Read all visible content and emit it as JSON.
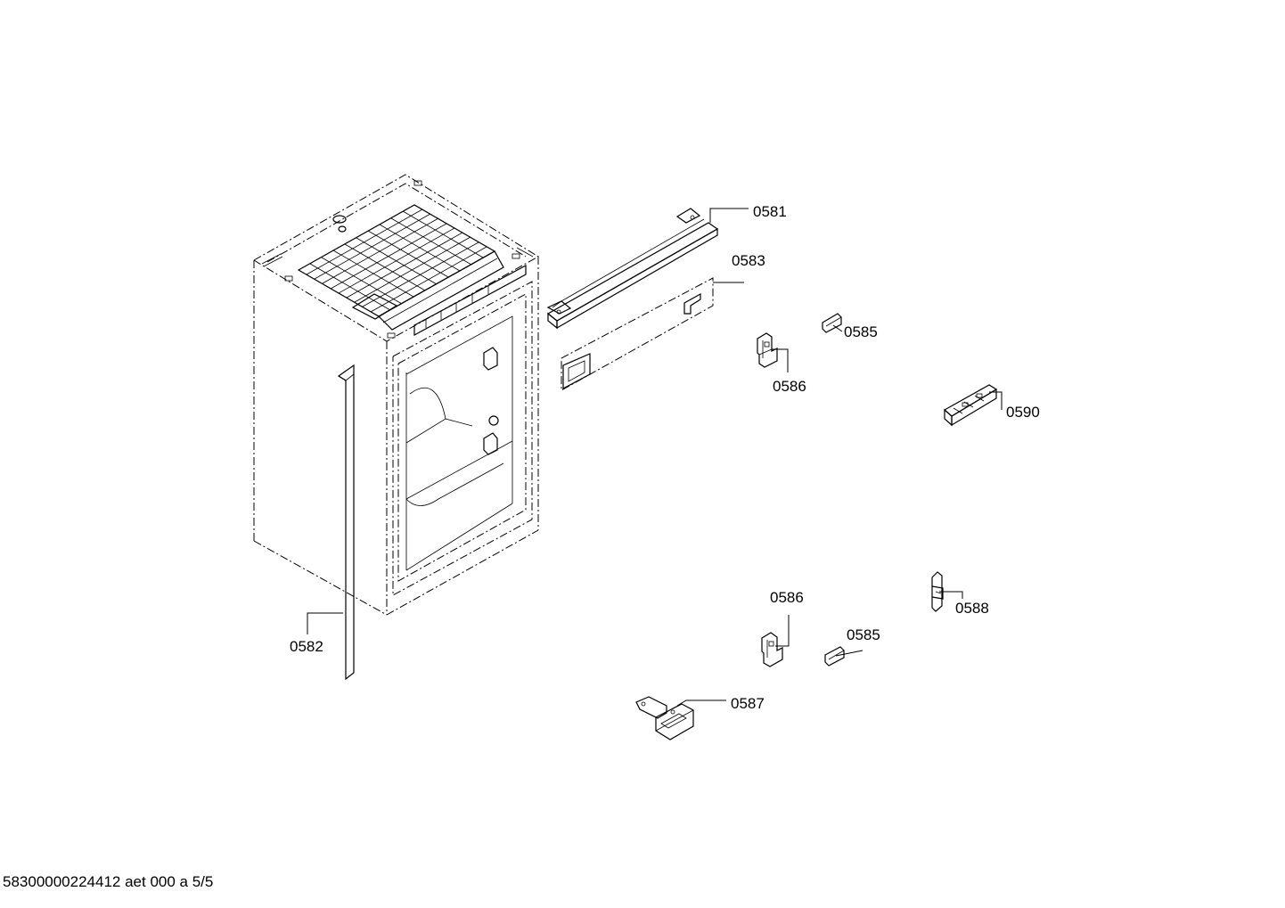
{
  "callouts": {
    "c0581": "0581",
    "c0582": "0582",
    "c0583": "0583",
    "c0585a": "0585",
    "c0585b": "0585",
    "c0586a": "0586",
    "c0586b": "0586",
    "c0587": "0587",
    "c0588": "0588",
    "c0590": "0590"
  },
  "footer": {
    "document_code": "58300000224412 aet 000 a 5/5"
  }
}
